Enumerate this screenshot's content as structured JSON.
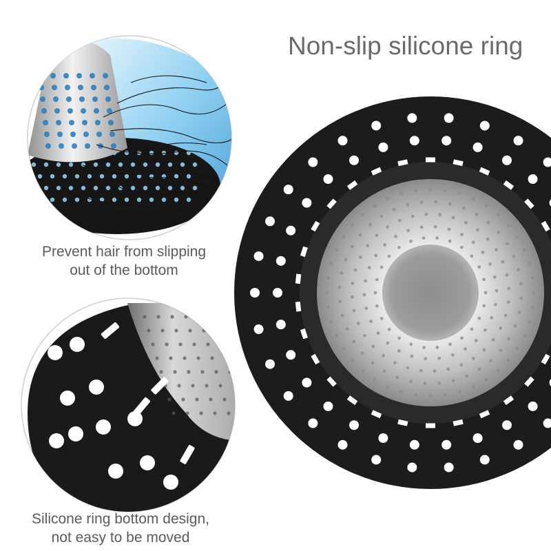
{
  "title": "Non-slip silicone ring",
  "captions": {
    "top": {
      "line1": "Prevent hair from slipping",
      "line2": "out of the bottom"
    },
    "bottom": {
      "line1": "Silicone ring bottom design,",
      "line2": "not easy to be moved"
    }
  },
  "colors": {
    "silicone": "#1c1c1c",
    "steel_light": "#e4e4e4",
    "steel_mid": "#b8b8b8",
    "steel_dark": "#7d7d7d",
    "water_blue": "#4fb3e8",
    "caption_text": "#5b5b5b",
    "title_text": "#6a6a6a"
  }
}
